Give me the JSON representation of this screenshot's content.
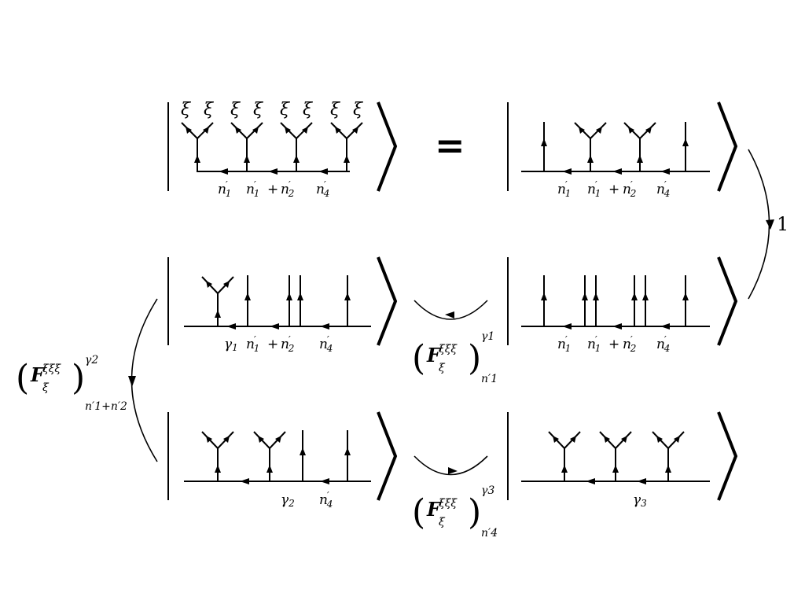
{
  "labels": {
    "xi": "ξ",
    "equals": "=",
    "n": "n",
    "prime": "′",
    "plus": "+",
    "gamma": "γ",
    "sub1": "1",
    "sub2": "2",
    "sub3": "3",
    "sub4": "4",
    "step1_label": "1",
    "F": "F",
    "F_super": "ξξξ",
    "F_sub": "ξ",
    "paren_left": "(",
    "paren_right": ")"
  },
  "f_moves": [
    {
      "super": "γ1",
      "sub": "n′1"
    },
    {
      "super": "γ3",
      "sub": "n′4"
    },
    {
      "super": "γ2",
      "sub": "n′1+n′2"
    }
  ]
}
